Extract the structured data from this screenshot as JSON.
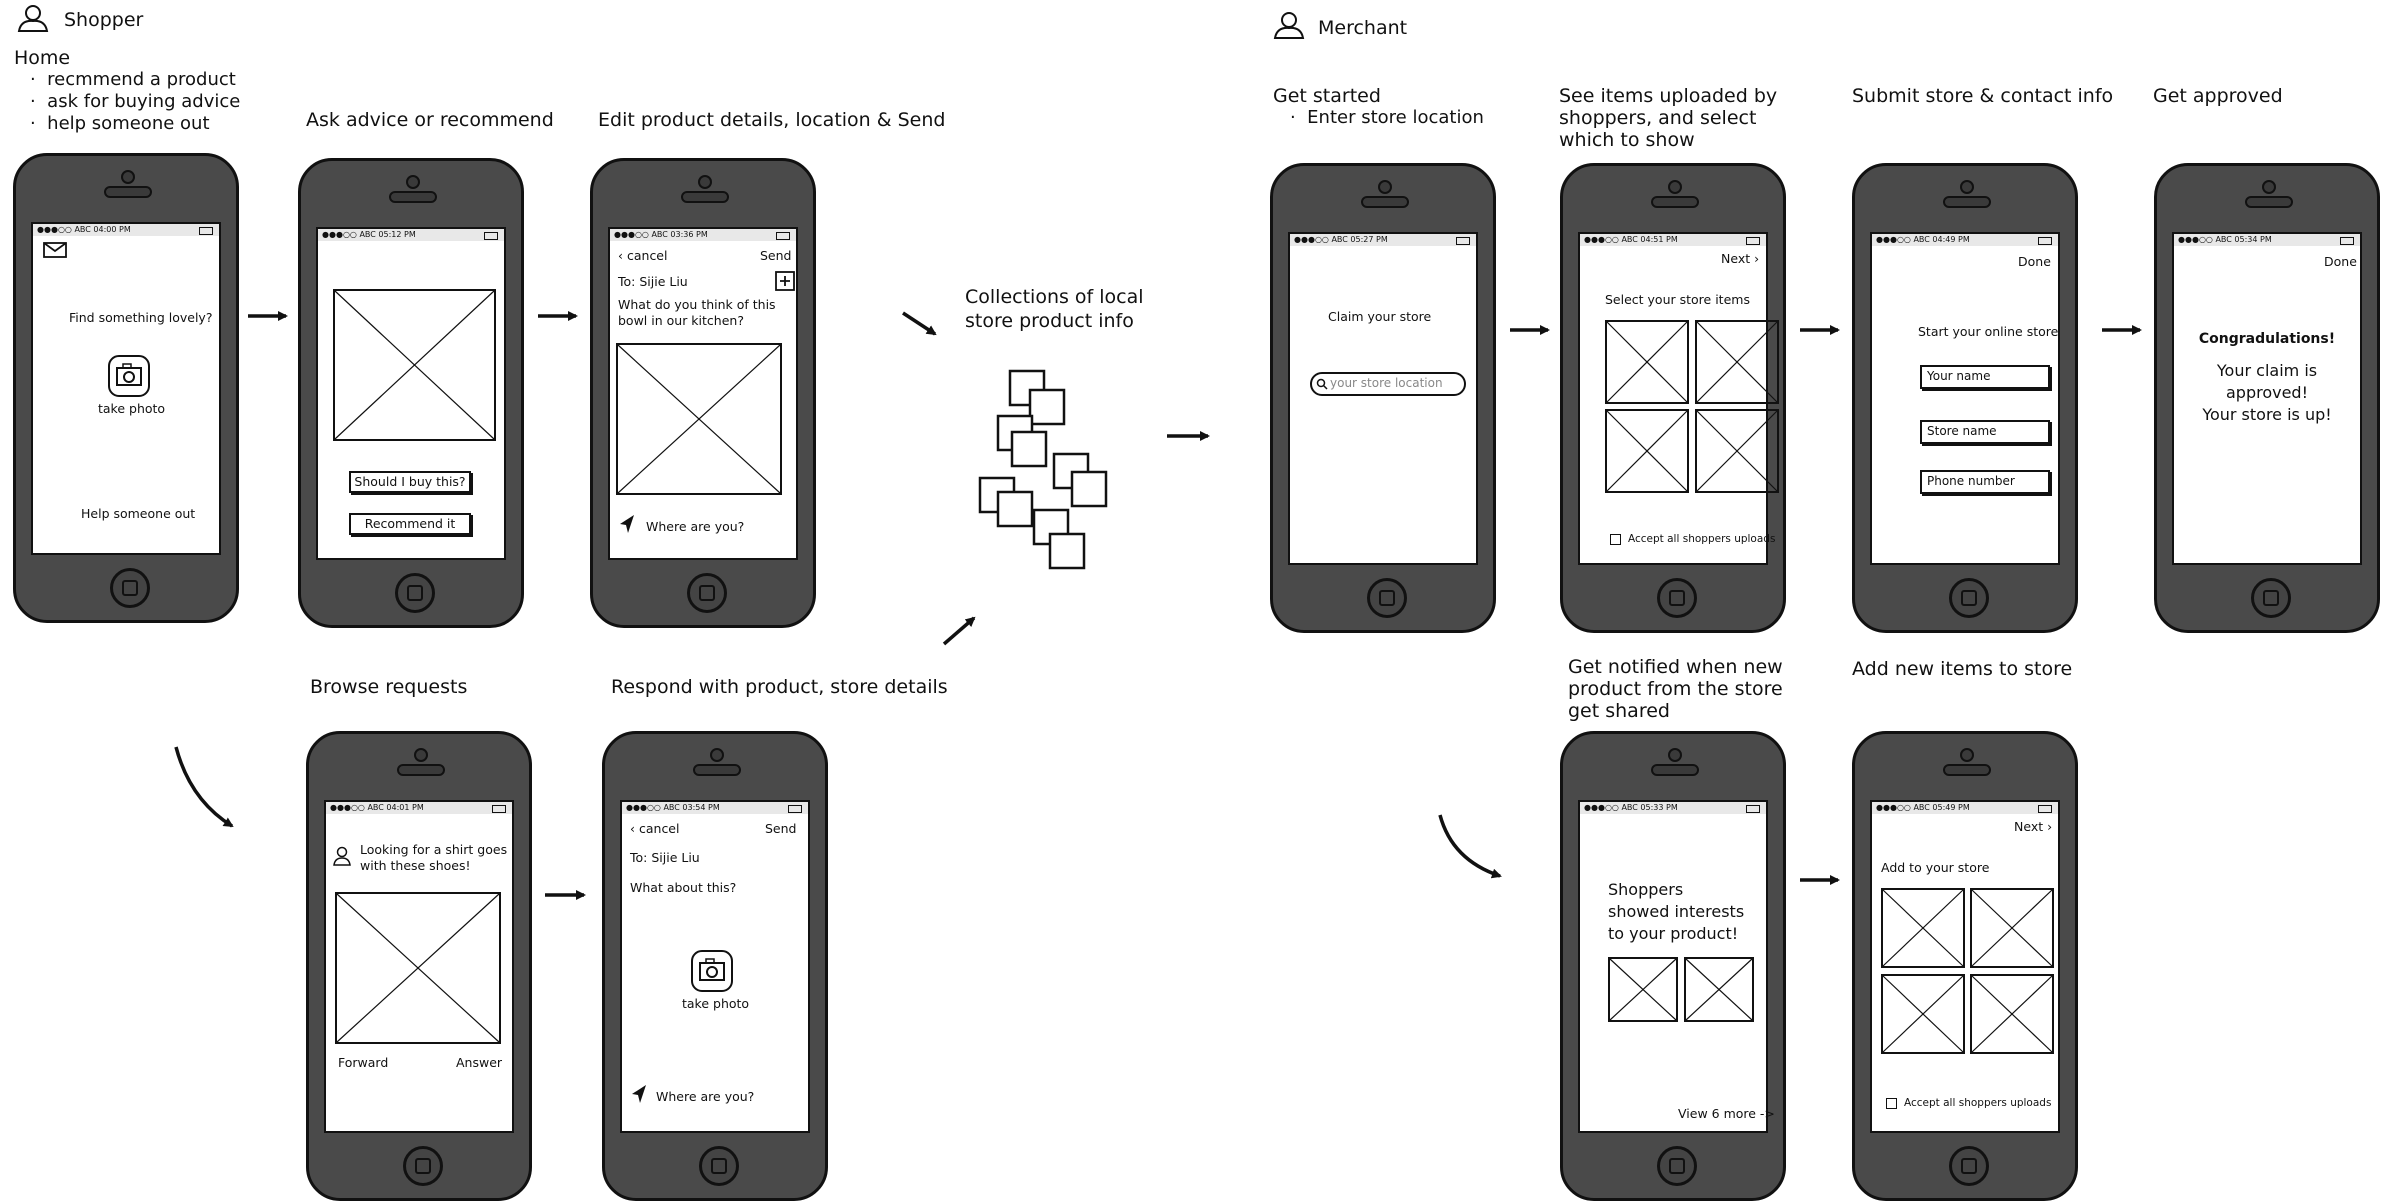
{
  "shopper": {
    "title": "Shopper",
    "home_label": "Home",
    "home_bullets": [
      "recmmend a product",
      "ask for buying advice",
      "help someone out"
    ],
    "step_ask": "Ask advice or recommend",
    "step_edit": "Edit product details, location & Send",
    "step_browse": "Browse requests",
    "step_respond": "Respond with product, store details"
  },
  "collections_label": "Collections of local store product info",
  "merchant": {
    "title": "Merchant",
    "get_started": "Get started",
    "get_started_bullet": "Enter store location",
    "step_see_items": "See items uploaded by shoppers, and select which to show",
    "step_submit": "Submit store & contact info",
    "step_approved": "Get approved",
    "step_notified": "Get notified when new product from the store get shared",
    "step_add_items": "Add new items to store"
  },
  "screens": {
    "home": {
      "status": "●●●○○ ABC   04:00 PM",
      "prompt": "Find something lovely?",
      "take_photo": "take photo",
      "help": "Help someone out"
    },
    "ask": {
      "status": "●●●○○ ABC   05:12 PM",
      "btn_buy": "Should I buy this?",
      "btn_recommend": "Recommend it"
    },
    "edit": {
      "status": "●●●○○ ABC   03:36 PM",
      "cancel": "cancel",
      "send": "Send",
      "to": "To: Sijie Liu",
      "question": "What do you think of this bowl in our kitchen?",
      "where": "Where are you?"
    },
    "browse": {
      "status": "●●●○○ ABC   04:01 PM",
      "request": "Looking for a shirt goes with these shoes!",
      "forward": "Forward",
      "answer": "Answer"
    },
    "respond": {
      "status": "●●●○○ ABC   03:54 PM",
      "cancel": "cancel",
      "send": "Send",
      "to": "To: Sijie Liu",
      "question": "What about this?",
      "take_photo": "take photo",
      "where": "Where are you?"
    },
    "claim": {
      "status": "●●●○○ ABC   05:27 PM",
      "title": "Claim your store",
      "placeholder": "your store location"
    },
    "select": {
      "status": "●●●○○ ABC   04:51 PM",
      "next": "Next",
      "title": "Select your store items",
      "accept": "Accept all shoppers uploads"
    },
    "submit": {
      "status": "●●●○○ ABC   04:49 PM",
      "done": "Done",
      "title": "Start your online store",
      "name": "Your name",
      "store": "Store name",
      "phone": "Phone number"
    },
    "approved": {
      "status": "●●●○○ ABC   05:34 PM",
      "done": "Done",
      "congrats": "Congradulations!",
      "msg1": "Your claim is",
      "msg2": "approved!",
      "msg3": "Your store is up!"
    },
    "notified": {
      "status": "●●●○○ ABC   05:33 PM",
      "l1": "Shoppers",
      "l2": "showed interests",
      "l3": "to your product!",
      "view_more": "View 6 more ->"
    },
    "add": {
      "status": "●●●○○ ABC   05:49 PM",
      "next": "Next",
      "title": "Add to your store",
      "accept": "Accept all shoppers uploads"
    }
  }
}
